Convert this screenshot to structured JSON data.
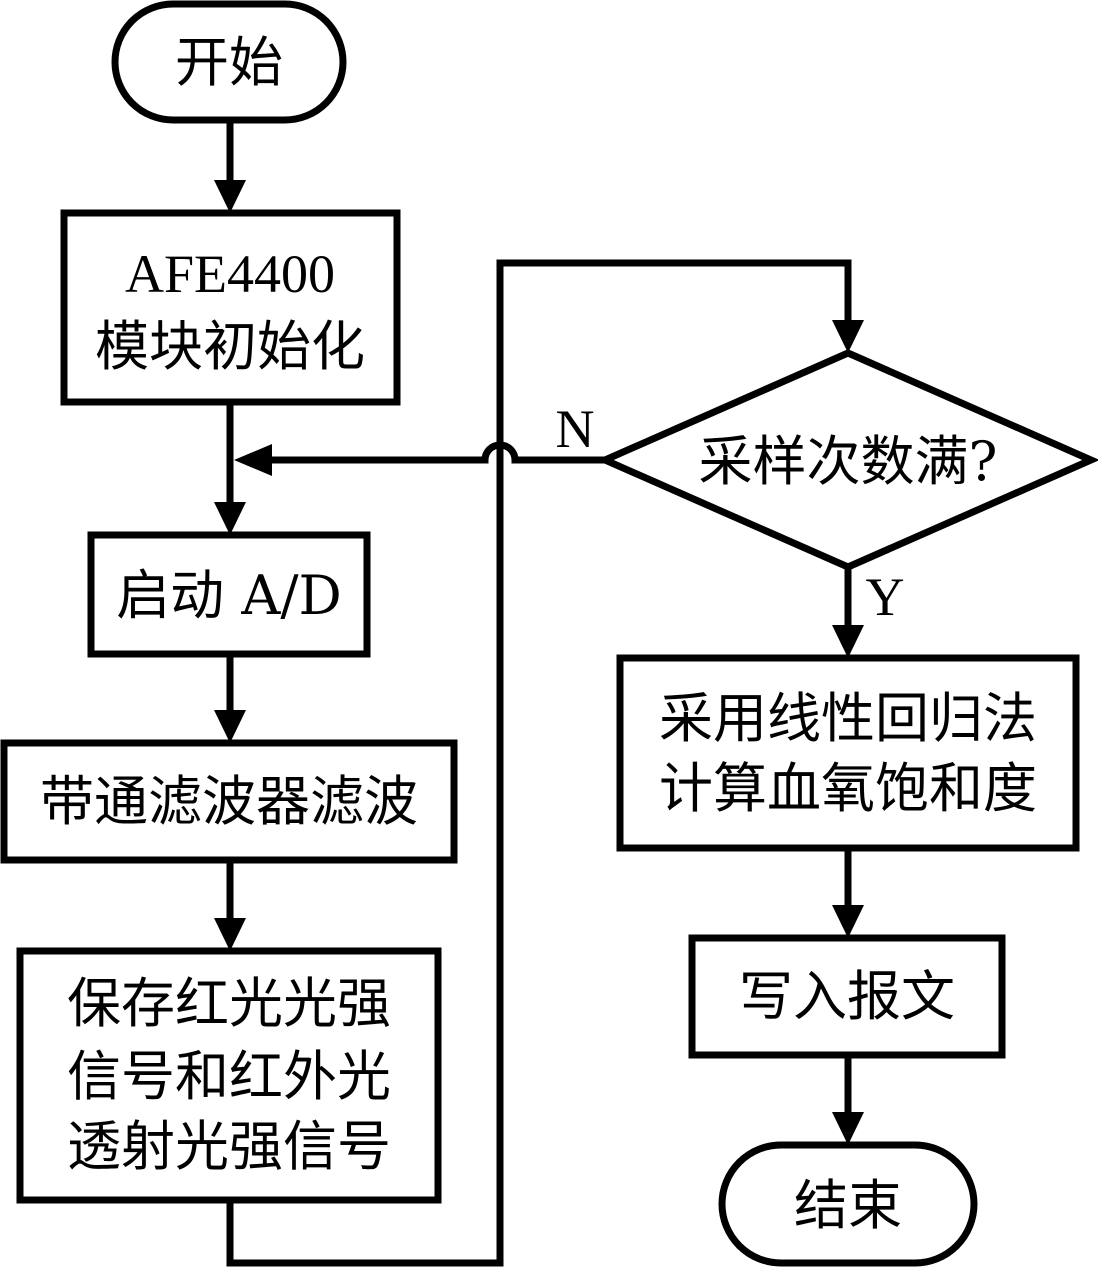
{
  "diagram": {
    "type": "flowchart",
    "nodes": {
      "start": {
        "shape": "terminal",
        "lines": [
          "开始"
        ]
      },
      "init": {
        "shape": "process",
        "lines": [
          "AFE4400",
          "模块初始化"
        ]
      },
      "start_ad": {
        "shape": "process",
        "lines": [
          "启动 A/D"
        ]
      },
      "filter": {
        "shape": "process",
        "lines": [
          "带通滤波器滤波"
        ]
      },
      "save": {
        "shape": "process",
        "lines": [
          "保存红光光强",
          "信号和红外光",
          "透射光强信号"
        ]
      },
      "decision": {
        "shape": "decision",
        "lines": [
          "采样次数满?"
        ]
      },
      "compute": {
        "shape": "process",
        "lines": [
          "采用线性回归法",
          "计算血氧饱和度"
        ]
      },
      "write": {
        "shape": "process",
        "lines": [
          "写入报文"
        ]
      },
      "end": {
        "shape": "terminal",
        "lines": [
          "结束"
        ]
      }
    },
    "edges": [
      {
        "from": "start",
        "to": "init",
        "label": ""
      },
      {
        "from": "init",
        "to": "start_ad",
        "label": ""
      },
      {
        "from": "start_ad",
        "to": "filter",
        "label": ""
      },
      {
        "from": "filter",
        "to": "save",
        "label": ""
      },
      {
        "from": "save",
        "to": "decision",
        "label": ""
      },
      {
        "from": "decision",
        "to": "start_ad",
        "label": "N"
      },
      {
        "from": "decision",
        "to": "compute",
        "label": "Y"
      },
      {
        "from": "compute",
        "to": "write",
        "label": ""
      },
      {
        "from": "write",
        "to": "end",
        "label": ""
      }
    ],
    "branch_labels": {
      "no": "N",
      "yes": "Y"
    }
  }
}
